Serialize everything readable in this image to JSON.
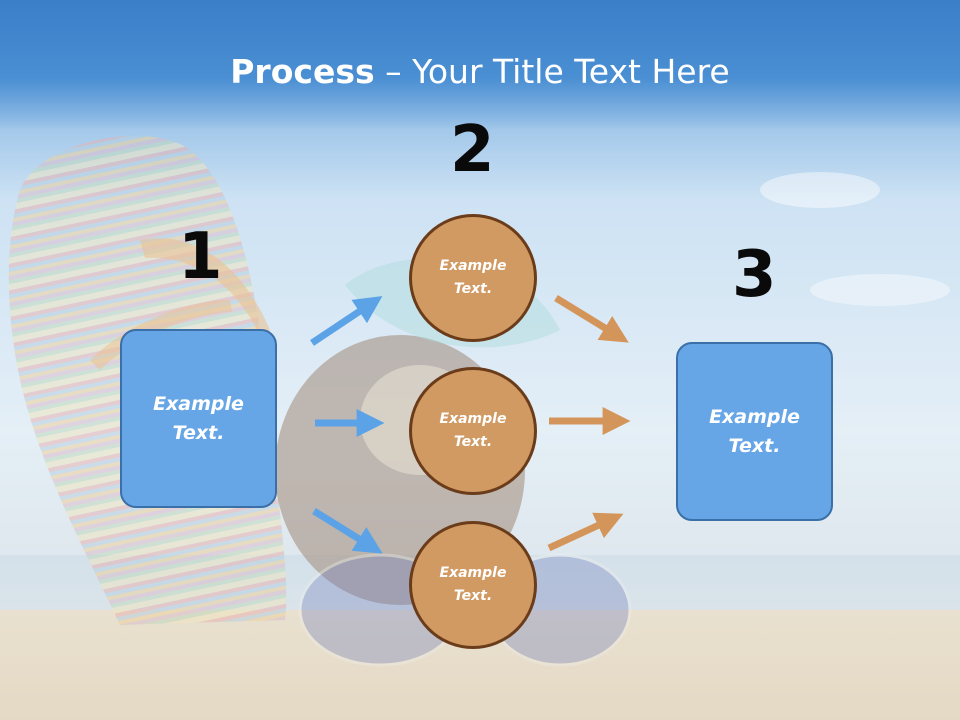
{
  "title": {
    "bold": "Process",
    "rest": " – Your Title Text Here"
  },
  "steps": [
    {
      "number": "1",
      "label": "Example Text."
    },
    {
      "number": "2",
      "labels": [
        "Example Text.",
        "Example Text.",
        "Example Text."
      ]
    },
    {
      "number": "3",
      "label": "Example Text."
    }
  ],
  "colors": {
    "box_fill": "#67a6e6",
    "box_border": "#3a6fa8",
    "circle_fill": "#d19a63",
    "circle_border": "#6b3c1a",
    "blue_arrow": "#5ba3e6",
    "orange_arrow": "#d4955a"
  }
}
